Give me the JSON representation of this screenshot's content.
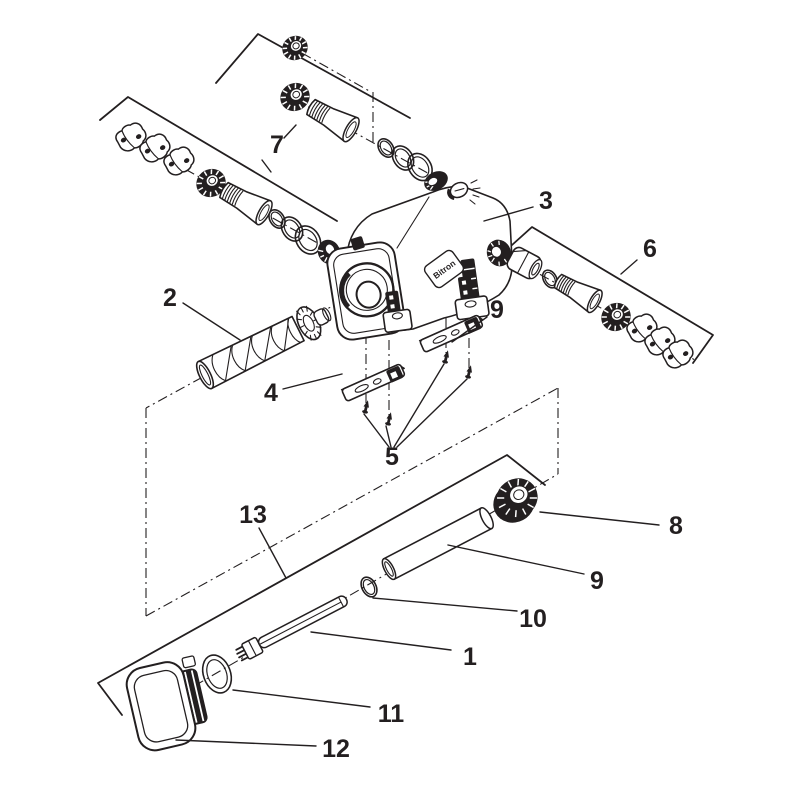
{
  "diagram": {
    "brand_label": "Bitron",
    "ink_color": "#231f20",
    "background_color": "#ffffff",
    "callouts": [
      {
        "label": "7"
      },
      {
        "label": "2"
      },
      {
        "label": "3"
      },
      {
        "label": "6"
      },
      {
        "label": "9"
      },
      {
        "label": "4"
      },
      {
        "label": "5"
      },
      {
        "label": "13"
      },
      {
        "label": "8"
      },
      {
        "label": "9"
      },
      {
        "label": "10"
      },
      {
        "label": "1"
      },
      {
        "label": "11"
      },
      {
        "label": "12"
      }
    ]
  }
}
